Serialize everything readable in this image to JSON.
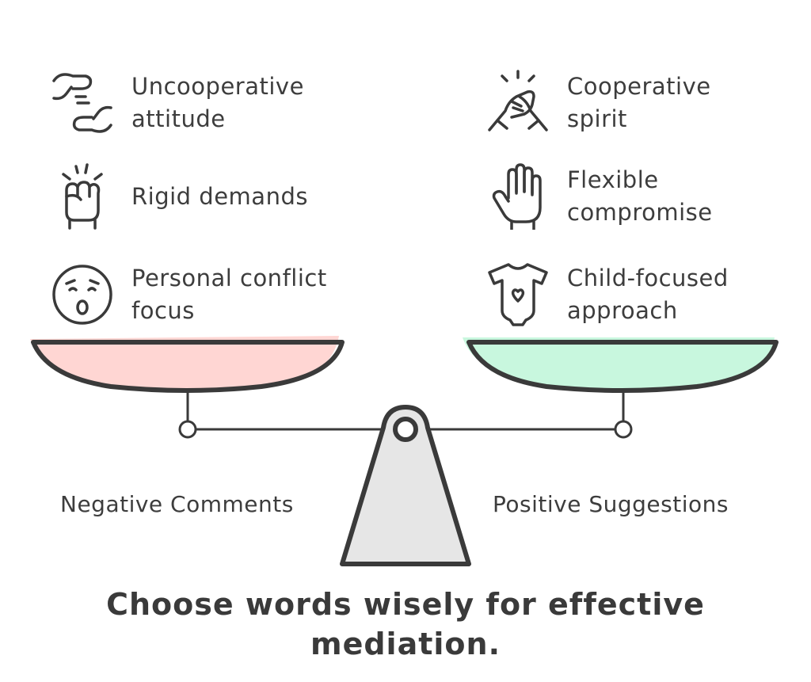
{
  "left": {
    "title": "Negative Comments",
    "items": [
      {
        "icon": "hands-pushing-apart-icon",
        "label": "Uncooperative\nattitude"
      },
      {
        "icon": "raised-fist-icon",
        "label": "Rigid demands"
      },
      {
        "icon": "shocked-face-icon",
        "label": "Personal conflict\nfocus"
      }
    ],
    "pan_color": "#ffd6d3"
  },
  "right": {
    "title": "Positive Suggestions",
    "items": [
      {
        "icon": "handshake-icon",
        "label": "Cooperative\nspirit"
      },
      {
        "icon": "open-hand-icon",
        "label": "Flexible\ncompromise"
      },
      {
        "icon": "baby-onesie-icon",
        "label": "Child-focused\napproach"
      }
    ],
    "pan_color": "#c8f7de"
  },
  "footer": "Choose words wisely for effective\nmediation.",
  "colors": {
    "ink": "#3a3a3a",
    "fulcrum": "#e6e6e6"
  }
}
